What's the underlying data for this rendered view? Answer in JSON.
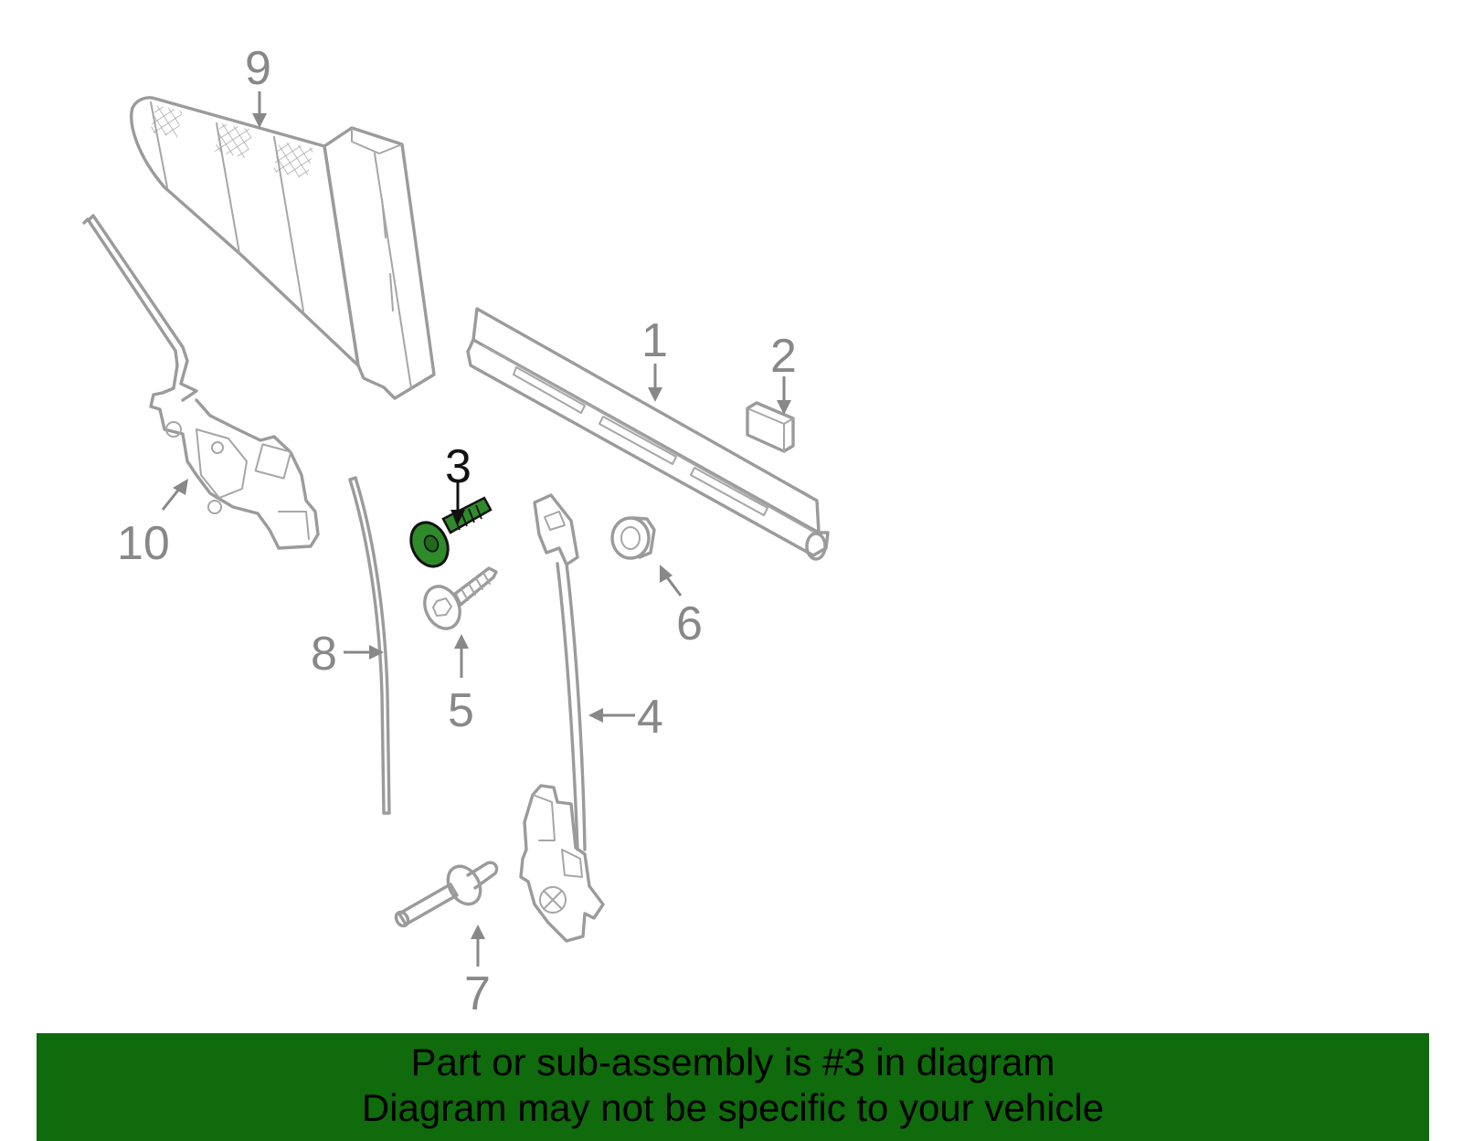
{
  "callouts": [
    {
      "id": "1",
      "label": "1",
      "highlighted": false
    },
    {
      "id": "2",
      "label": "2",
      "highlighted": false
    },
    {
      "id": "3",
      "label": "3",
      "highlighted": true
    },
    {
      "id": "4",
      "label": "4",
      "highlighted": false
    },
    {
      "id": "5",
      "label": "5",
      "highlighted": false
    },
    {
      "id": "6",
      "label": "6",
      "highlighted": false
    },
    {
      "id": "7",
      "label": "7",
      "highlighted": false
    },
    {
      "id": "8",
      "label": "8",
      "highlighted": false
    },
    {
      "id": "9",
      "label": "9",
      "highlighted": false
    },
    {
      "id": "10",
      "label": "10",
      "highlighted": false
    }
  ],
  "banner": {
    "line1": "Part or sub-assembly is #3 in diagram",
    "line2": "Diagram may not be specific to your vehicle"
  },
  "colors": {
    "highlight_part": "#2f8a2a",
    "banner_background": "#0f6b0c",
    "part_outline": "#9b9b9b"
  }
}
